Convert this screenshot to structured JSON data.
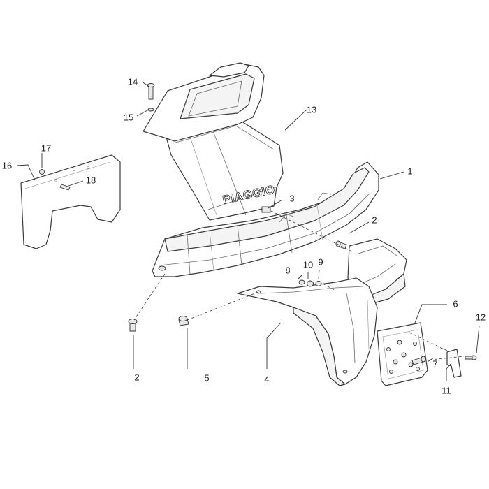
{
  "brand_text": "PIAGGIO",
  "callouts": {
    "c1": "1",
    "c2a": "2",
    "c2b": "2",
    "c3": "3",
    "c4": "4",
    "c5": "5",
    "c6": "6",
    "c7": "7",
    "c8": "8",
    "c9": "9",
    "c10": "10",
    "c11": "11",
    "c12": "12",
    "c13": "13",
    "c14": "14",
    "c15": "15",
    "c16": "16",
    "c17": "17",
    "c18": "18"
  }
}
